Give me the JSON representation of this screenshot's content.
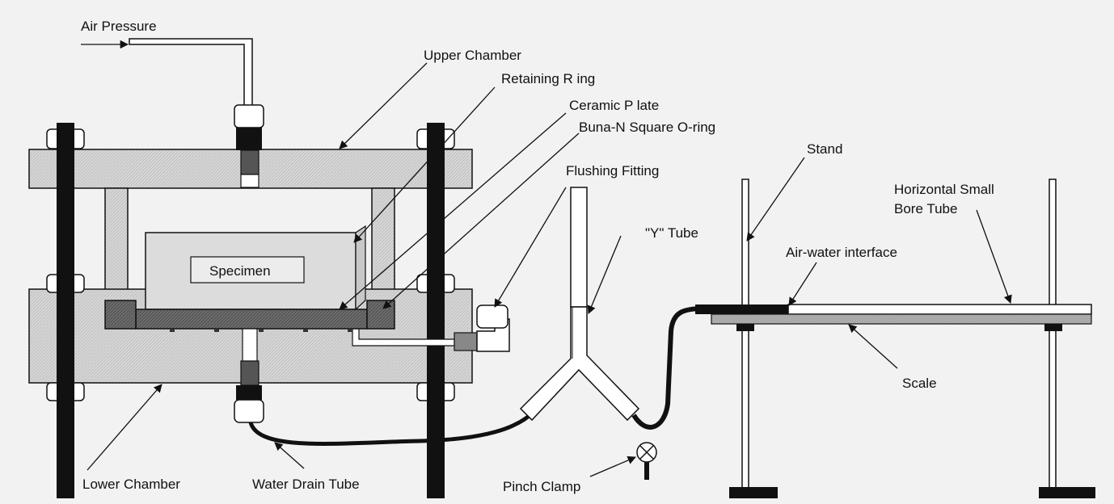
{
  "labels": {
    "air_pressure": "Air Pressure",
    "upper_chamber": "Upper Chamber",
    "retaining_ring": "Retaining R ing",
    "ceramic_plate": "Ceramic P late",
    "buna_oring": "Buna-N Square O-ring",
    "stand": "Stand",
    "flushing_fitting": "Flushing Fitting",
    "horizontal_tube_line1": "Horizontal Small",
    "horizontal_tube_line2": "Bore Tube",
    "y_tube": "\"Y\" Tube",
    "air_water_interface": "Air-water interface",
    "specimen": "Specimen",
    "scale": "Scale",
    "lower_chamber": "Lower Chamber",
    "water_drain_tube": "Water Drain Tube",
    "pinch_clamp": "Pinch Clamp"
  }
}
